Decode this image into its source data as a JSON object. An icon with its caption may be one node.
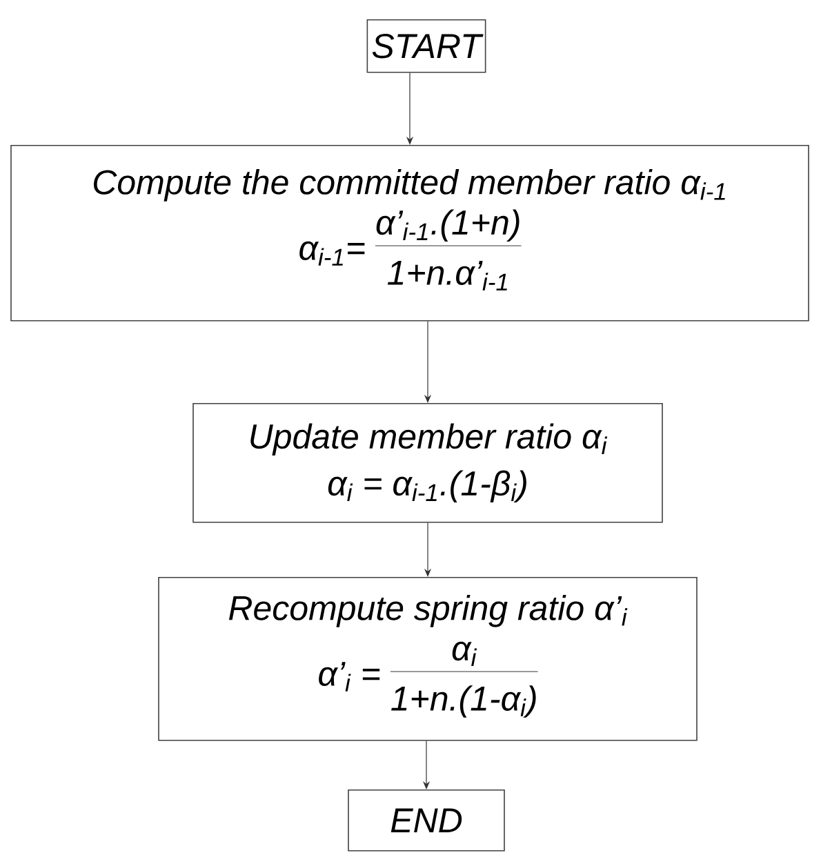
{
  "diagram": {
    "nodes": [
      {
        "text": [
          "START"
        ]
      },
      {
        "text": [
          "Compute the committed member ratio α$_{i-1}$",
          "α$_{i-1}$=",
          "α’$_{i-1}$.(1+n)",
          "1+n.α’$_{i-1}$"
        ]
      },
      {
        "text": [
          "Update member ratio α$_{i}$",
          "α$_{i}$ = α$_{i-1}$.(1-β$_{i}$)"
        ]
      },
      {
        "text": [
          "Recompute spring ratio α’$_{i}$",
          "α’$_{i}$ =",
          "α$_{i}$",
          "1+n.(1-α$_{i}$)"
        ]
      },
      {
        "text": [
          "END"
        ]
      }
    ],
    "edges": [
      {
        "from": 0,
        "to": 1,
        "arrow": "to"
      },
      {
        "from": 1,
        "to": 2,
        "arrow": "to"
      },
      {
        "from": 2,
        "to": 3,
        "arrow": "to"
      },
      {
        "from": 3,
        "to": 4,
        "arrow": "to"
      }
    ]
  }
}
